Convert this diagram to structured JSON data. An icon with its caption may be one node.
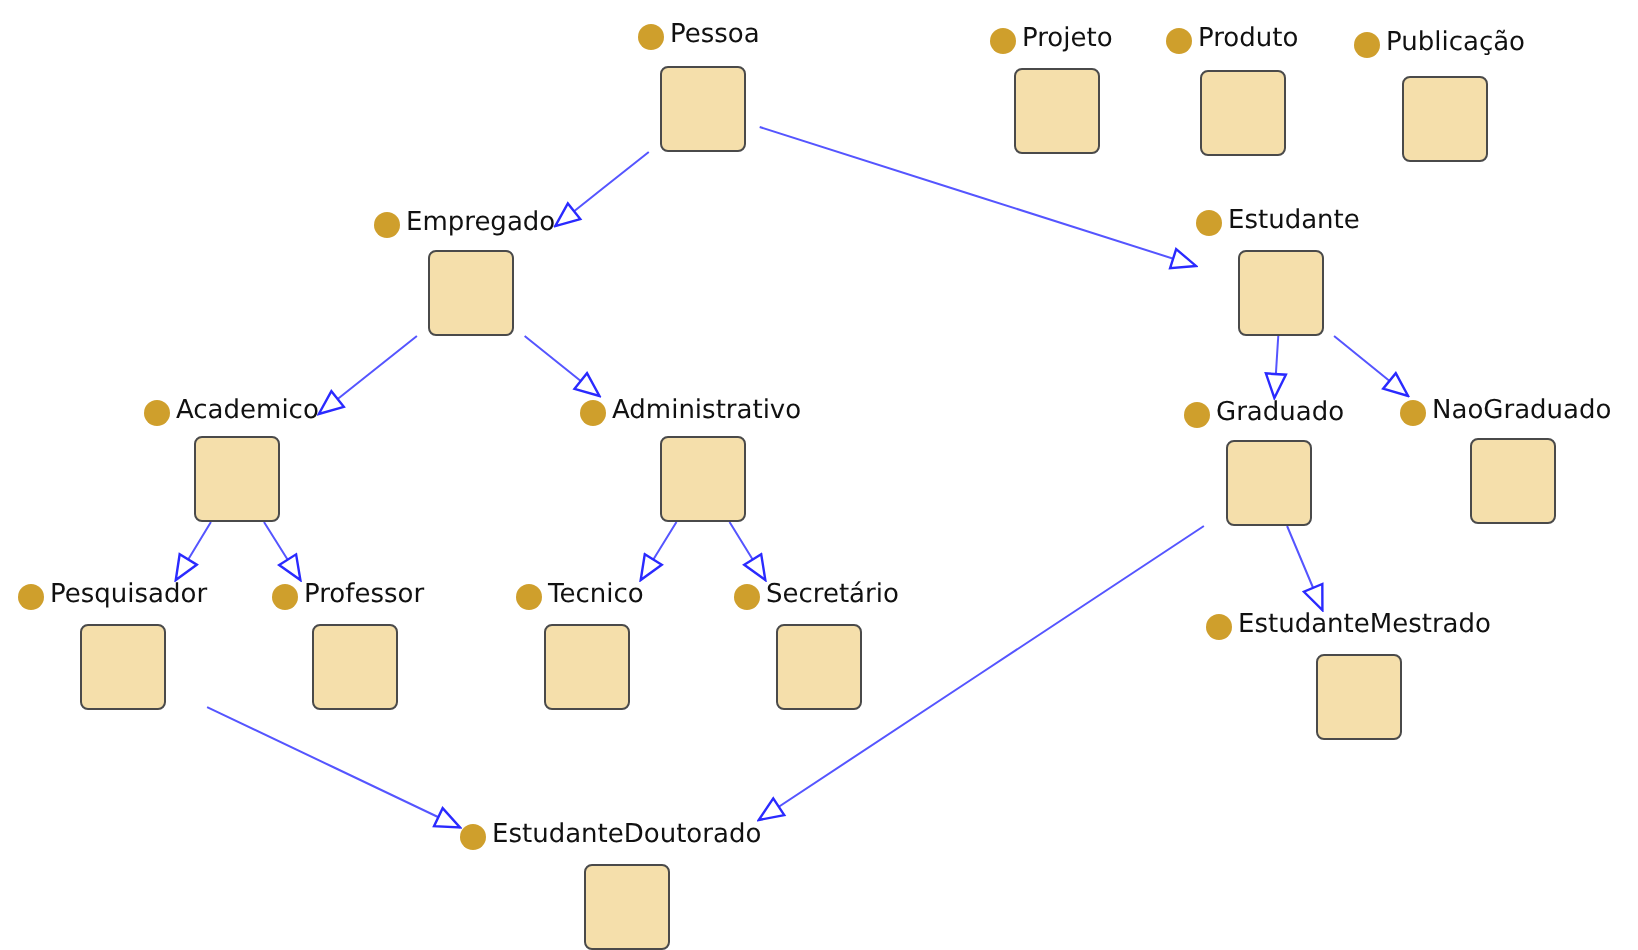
{
  "diagram": {
    "nodes": [
      {
        "text": [
          "Pessoa"
        ]
      },
      {
        "text": [
          "Projeto"
        ]
      },
      {
        "text": [
          "Produto"
        ]
      },
      {
        "text": [
          "Publicação"
        ]
      },
      {
        "text": [
          "Empregado"
        ]
      },
      {
        "text": [
          "Estudante"
        ]
      },
      {
        "text": [
          "Academico"
        ]
      },
      {
        "text": [
          "Administrativo"
        ]
      },
      {
        "text": [
          "Graduado"
        ]
      },
      {
        "text": [
          "NaoGraduado"
        ]
      },
      {
        "text": [
          "Pesquisador"
        ]
      },
      {
        "text": [
          "Professor"
        ]
      },
      {
        "text": [
          "Tecnico"
        ]
      },
      {
        "text": [
          "Secretário"
        ]
      },
      {
        "text": [
          "EstudanteMestrado"
        ]
      },
      {
        "text": [
          "EstudanteDoutorado"
        ]
      }
    ],
    "edges": [
      {
        "from": 0,
        "to": 4,
        "arrow": "to"
      },
      {
        "from": 0,
        "to": 5,
        "arrow": "to"
      },
      {
        "from": 4,
        "to": 6,
        "arrow": "to"
      },
      {
        "from": 4,
        "to": 7,
        "arrow": "to"
      },
      {
        "from": 5,
        "to": 8,
        "arrow": "to"
      },
      {
        "from": 5,
        "to": 9,
        "arrow": "to"
      },
      {
        "from": 6,
        "to": 10,
        "arrow": "to"
      },
      {
        "from": 6,
        "to": 11,
        "arrow": "to"
      },
      {
        "from": 7,
        "to": 12,
        "arrow": "to"
      },
      {
        "from": 7,
        "to": 13,
        "arrow": "to"
      },
      {
        "from": 8,
        "to": 14,
        "arrow": "to"
      },
      {
        "from": 10,
        "to": 15,
        "arrow": "to"
      },
      {
        "from": 8,
        "to": 15,
        "arrow": "to"
      }
    ]
  }
}
